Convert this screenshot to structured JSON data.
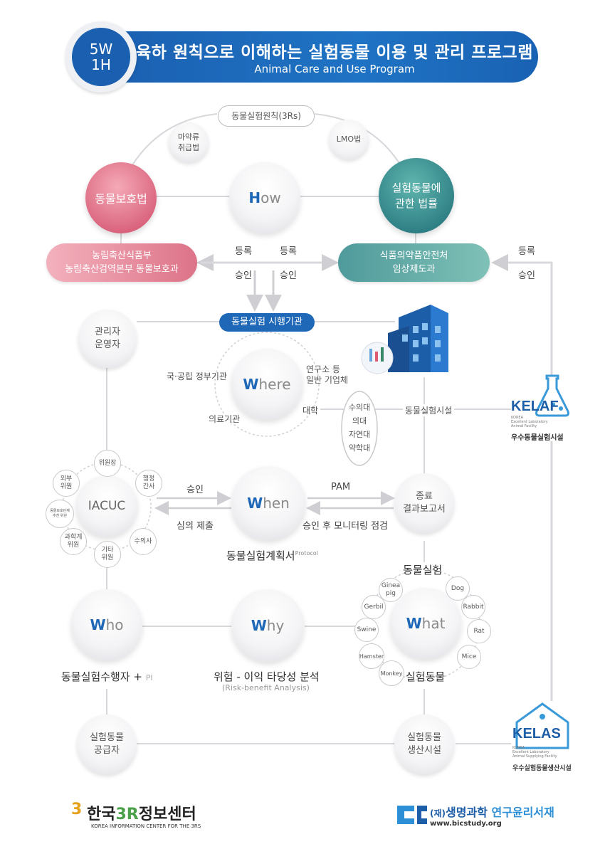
{
  "header": {
    "badge_line1": "5W",
    "badge_line2": "1H",
    "title": "육하 원칙으로 이해하는 실험동물 이용 및 관리 프로그램",
    "subtitle": "Animal Care and Use Program"
  },
  "top": {
    "principle": "동물실험원칙(3Rs)",
    "drug_law": "마약류\n취급법",
    "lmo_law": "LMO법",
    "animal_protection_law": "동물보호법",
    "how_initial": "H",
    "how_rest": "ow",
    "lab_animal_law": "실험동물에\n관한 법률",
    "ministry_agri": "농림축산식품부\n농림축산검역본부 동물보호과",
    "mfds": "식품의약품안전처\n임상제도과",
    "register_left": "등록",
    "register_right": "등록",
    "approve_left": "승인",
    "approve_right": "승인",
    "register_far": "등록",
    "approve_far": "승인"
  },
  "where": {
    "institution": "동물실험 시행기관",
    "manager": "관리자\n운영자",
    "initial": "W",
    "rest": "here",
    "gov": "국·공립 정부기관",
    "research": "연구소 등\n일반 기업체",
    "medical": "의료기관",
    "university": "대학",
    "colleges": "수의대\n의대\n자연대\n약학대",
    "facility": "동물실험시설",
    "kelaf_name": "KELAF",
    "kelaf_en": "KOREA\nExcellent Laboratory\nAnimal Facility",
    "kelaf_ko": "우수동물실험시설"
  },
  "when": {
    "iacuc": "IACUC",
    "chair": "위원장",
    "external": "외부\n위원",
    "admin": "행정\n간사",
    "welfare": "동물보호단체\n추천 위원",
    "scientist": "과학계\n위원",
    "vet": "수의사",
    "other": "기타\n위원",
    "approve": "승인",
    "submit": "심의 제출",
    "initial": "W",
    "rest": "hen",
    "pam": "PAM",
    "monitoring": "승인 후 모니터링 점검",
    "final_report": "종료\n결과보고서",
    "protocol": "동물실험계획서",
    "protocol_sup": "Protocol"
  },
  "bottom": {
    "who_initial": "W",
    "who_rest": "ho",
    "who_label": "동물실험수행자 + ",
    "who_pi": "PI",
    "why_initial": "W",
    "why_rest": "hy",
    "why_label": "위험 - 이익 타당성 분석",
    "why_en": "(Risk-benefit Analysis)",
    "what_title": "동물실험",
    "what_initial": "W",
    "what_rest": "hat",
    "what_label": "실험동물",
    "animals": [
      "Ginea\npig",
      "Dog",
      "Gerbil",
      "Rabbit",
      "Swine",
      "Rat",
      "Hamster",
      "Mice",
      "Monkey"
    ],
    "supplier": "실험동물\n공급자",
    "production": "실험동물\n생산시설",
    "kelas_name": "KELAS",
    "kelas_en": "KOREA\nExcellent Laboratory\nAnimal Supplying Facility",
    "kelas_ko": "우수실험동물생산시설"
  },
  "footer": {
    "left_num": "3",
    "left_brand": "한국",
    "left_brand_3r": "3R",
    "left_brand_rest": "정보센터",
    "left_en": "KOREA INFORMATION CENTER FOR THE 3RS",
    "right_prefix": "(재)",
    "right_brand": "생명과학",
    "right_brand_rest": " 연구윤리서재",
    "right_url": "www.bicstudy.org"
  },
  "colors": {
    "blue": "#1f68b8",
    "pink": "#d9637c",
    "teal": "#2e8a8a"
  }
}
